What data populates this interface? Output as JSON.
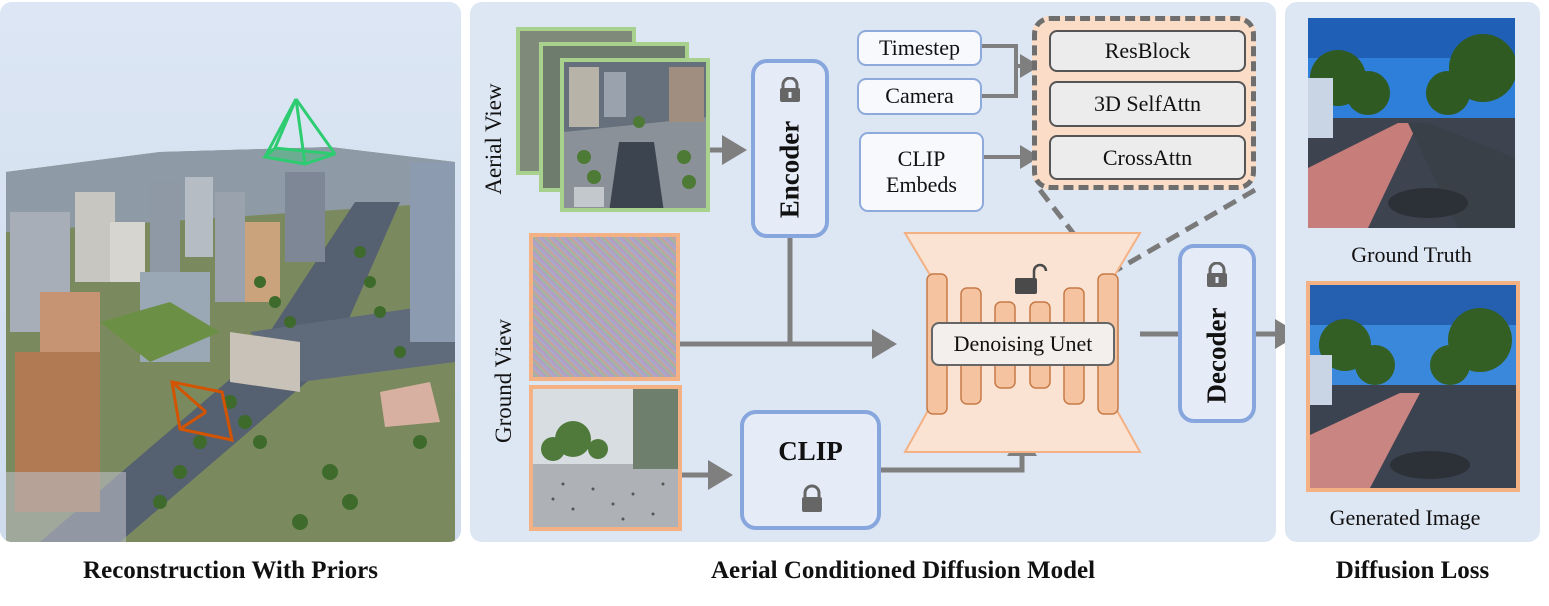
{
  "panels": {
    "left_caption": "Reconstruction With Priors",
    "middle_caption": "Aerial Conditioned Diffusion Model",
    "right_caption": "Diffusion Loss"
  },
  "inputs": {
    "aerial_view_label": "Aerial View",
    "ground_view_label": "Ground View"
  },
  "modules": {
    "encoder": "Encoder",
    "decoder": "Decoder",
    "clip": "CLIP",
    "denoising_unet": "Denoising Unet"
  },
  "conditions": {
    "timestep": "Timestep",
    "camera": "Camera",
    "clip_embeds_line1": "CLIP",
    "clip_embeds_line2": "Embeds"
  },
  "unet_blocks": {
    "resblock": "ResBlock",
    "self_attn": "3D SelfAttn",
    "cross_attn": "CrossAttn"
  },
  "outputs": {
    "ground_truth": "Ground Truth",
    "generated_image": "Generated Image"
  },
  "colors": {
    "panel_bg": "#dde6f3",
    "module_border": "#86a6dd",
    "aerial_border": "#a9d18e",
    "ground_border": "#f4b183",
    "unet_fill": "#fbe3d3",
    "unet_bar": "#f6c3a0",
    "arrow": "#7f7f7f"
  }
}
